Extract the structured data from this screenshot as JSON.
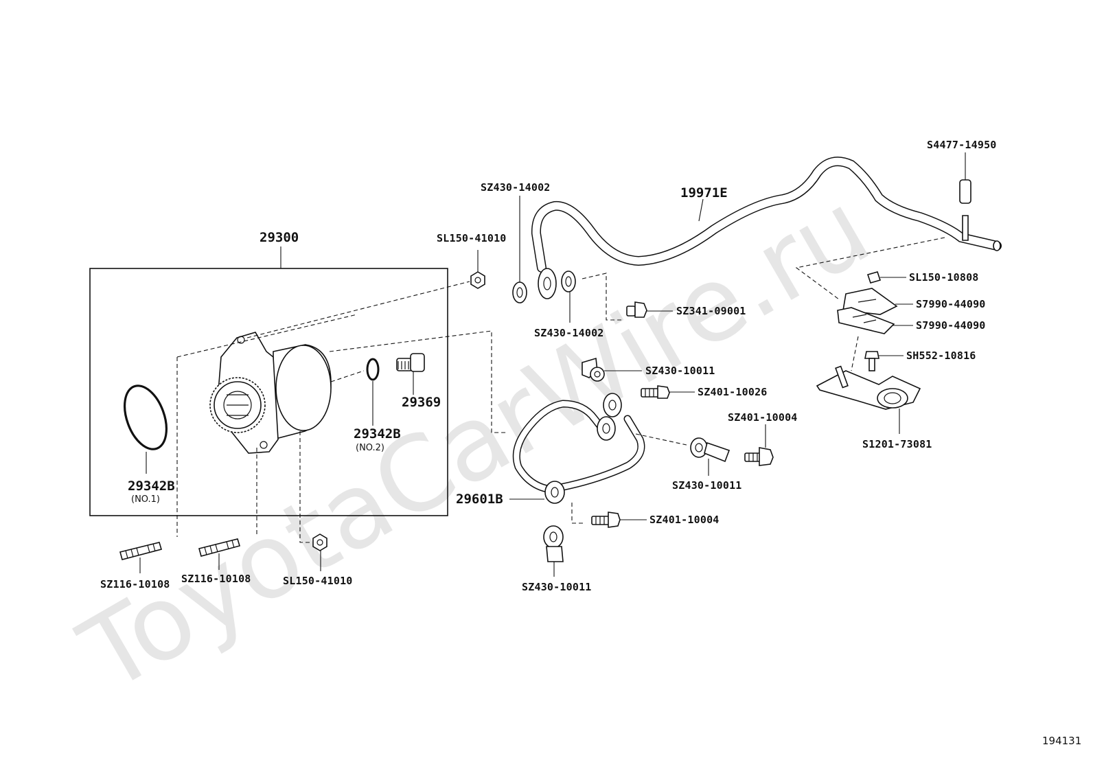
{
  "watermark": "ToyotaCarWire.ru",
  "figure_id": "194131",
  "assembly": {
    "label": "29300",
    "included_parts": [
      {
        "label": "29342B",
        "sub": "(NO.1)"
      },
      {
        "label": "29342B",
        "sub": "(NO.2)"
      },
      {
        "label": "29369"
      }
    ]
  },
  "callouts": {
    "stud_left": "SZ116-10108",
    "stud_mid": "SZ116-10108",
    "nut_bottom": "SL150-41010",
    "nut_top": "SL150-41010",
    "washer_top_a": "SZ430-14002",
    "washer_top_b": "SZ430-14002",
    "hose_main": "19971E",
    "union_bolt_top": "SZ341-09001",
    "pipe": "29601B",
    "gasket_upper": "SZ430-10011",
    "bolt_upper": "SZ401-10026",
    "bolt_mid": "SZ401-10004",
    "gasket_mid": "SZ430-10011",
    "bolt_lower": "SZ401-10004",
    "gasket_lower": "SZ430-10011",
    "hose_end_sleeve": "S4477-14950",
    "clip_nut": "SL150-10808",
    "clamp_upper": "S7990-44090",
    "clamp_lower": "S7990-44090",
    "bracket_bolt": "SH552-10816",
    "bracket": "S1201-73081"
  }
}
